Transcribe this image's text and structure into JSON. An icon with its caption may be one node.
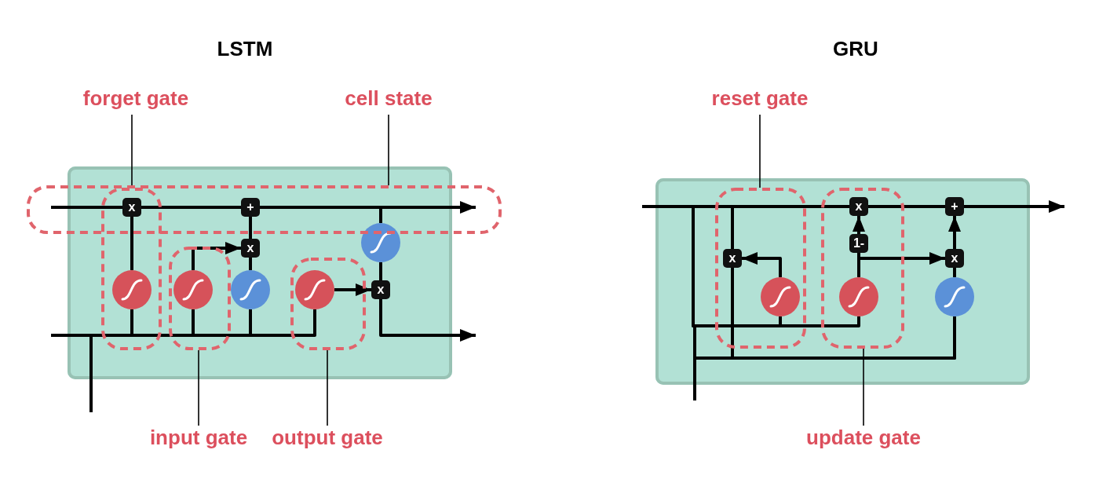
{
  "diagram": {
    "nodes": [
      {
        "text": [],
        "shape": "box"
      },
      {
        "text": [
          "forget gate"
        ]
      },
      {
        "text": [
          "cell state"
        ]
      },
      {
        "text": [],
        "shape": "box"
      },
      {
        "text": [],
        "shape": "box",
        "in": 0
      },
      {
        "text": [
          "x"
        ]
      },
      {
        "text": [
          "+"
        ],
        "in": 3
      },
      {
        "text": [],
        "shape": "circle",
        "in": 0
      },
      {
        "text": [
          "x"
        ],
        "in": 0
      },
      {
        "text": [],
        "shape": "box",
        "in": 0
      },
      {
        "text": [],
        "shape": "circle",
        "in": 4
      },
      {
        "text": [],
        "shape": "circle",
        "in": 9
      },
      {
        "text": [],
        "shape": "circle",
        "in": 0
      },
      {
        "text": [],
        "shape": "box",
        "in": 0
      },
      {
        "text": [],
        "shape": "circle",
        "in": 13
      },
      {
        "text": [
          "x"
        ],
        "in": 0
      },
      {
        "text": [
          "input gate"
        ]
      },
      {
        "text": [
          "output gate"
        ]
      },
      {
        "text": [],
        "shape": "box"
      },
      {
        "text": [
          "reset gate"
        ]
      },
      {
        "text": [],
        "shape": "box",
        "in": 18
      },
      {
        "text": [],
        "shape": "box",
        "in": 18
      },
      {
        "text": [
          "x"
        ],
        "in": 20
      },
      {
        "text": [
          "x"
        ],
        "in": 21
      },
      {
        "text": [
          "+"
        ],
        "in": 18
      },
      {
        "text": [
          "1-"
        ],
        "in": 21
      },
      {
        "text": [
          "x"
        ],
        "in": 18
      },
      {
        "text": [],
        "shape": "circle",
        "in": 20
      },
      {
        "text": [],
        "shape": "circle",
        "in": 21
      },
      {
        "text": [],
        "shape": "circle",
        "in": 18
      },
      {
        "text": [
          "update gate"
        ]
      }
    ],
    "edges": [
      {
        "from": 3,
        "to": 5,
        "arrow": "none"
      },
      {
        "from": 5,
        "to": 6,
        "arrow": "none"
      },
      {
        "from": 6,
        "to": 3,
        "arrow": "to"
      },
      {
        "from": 3,
        "to": 7,
        "arrow": "none"
      },
      {
        "from": 7,
        "to": 15,
        "arrow": "none"
      },
      {
        "from": 15,
        "to": null,
        "arrow": "to"
      },
      {
        "from": 10,
        "to": 5,
        "arrow": "none"
      },
      {
        "from": 11,
        "to": 8,
        "arrow": "to"
      },
      {
        "from": 12,
        "to": 8,
        "arrow": "none"
      },
      {
        "from": 8,
        "to": 6,
        "arrow": "none"
      },
      {
        "from": 14,
        "to": 15,
        "arrow": "to"
      },
      {
        "from": null,
        "to": 10,
        "arrow": "none"
      },
      {
        "from": null,
        "to": 11,
        "arrow": "none"
      },
      {
        "from": null,
        "to": 12,
        "arrow": "none"
      },
      {
        "from": null,
        "to": 14,
        "arrow": "none"
      },
      {
        "from": 1,
        "to": 4,
        "arrow": "none"
      },
      {
        "from": 2,
        "to": 3,
        "arrow": "none"
      },
      {
        "from": 16,
        "to": 9,
        "arrow": "none"
      },
      {
        "from": 17,
        "to": 13,
        "arrow": "none"
      },
      {
        "from": null,
        "to": 23,
        "arrow": "none"
      },
      {
        "from": 23,
        "to": 24,
        "arrow": "none"
      },
      {
        "from": 24,
        "to": null,
        "arrow": "to"
      },
      {
        "from": null,
        "to": 22,
        "arrow": "none"
      },
      {
        "from": 27,
        "to": 22,
        "arrow": "to"
      },
      {
        "from": 22,
        "to": 29,
        "arrow": "none"
      },
      {
        "from": 28,
        "to": 25,
        "arrow": "none"
      },
      {
        "from": 25,
        "to": 23,
        "arrow": "to"
      },
      {
        "from": 28,
        "to": 26,
        "arrow": "to"
      },
      {
        "from": 29,
        "to": 26,
        "arrow": "none"
      },
      {
        "from": 26,
        "to": 24,
        "arrow": "to"
      },
      {
        "from": null,
        "to": 27,
        "arrow": "none"
      },
      {
        "from": null,
        "to": 28,
        "arrow": "none"
      },
      {
        "from": null,
        "to": 29,
        "arrow": "none"
      },
      {
        "from": 19,
        "to": 20,
        "arrow": "none"
      },
      {
        "from": 30,
        "to": 21,
        "arrow": "none"
      }
    ],
    "labels": [
      "LSTM",
      "GRU"
    ]
  }
}
